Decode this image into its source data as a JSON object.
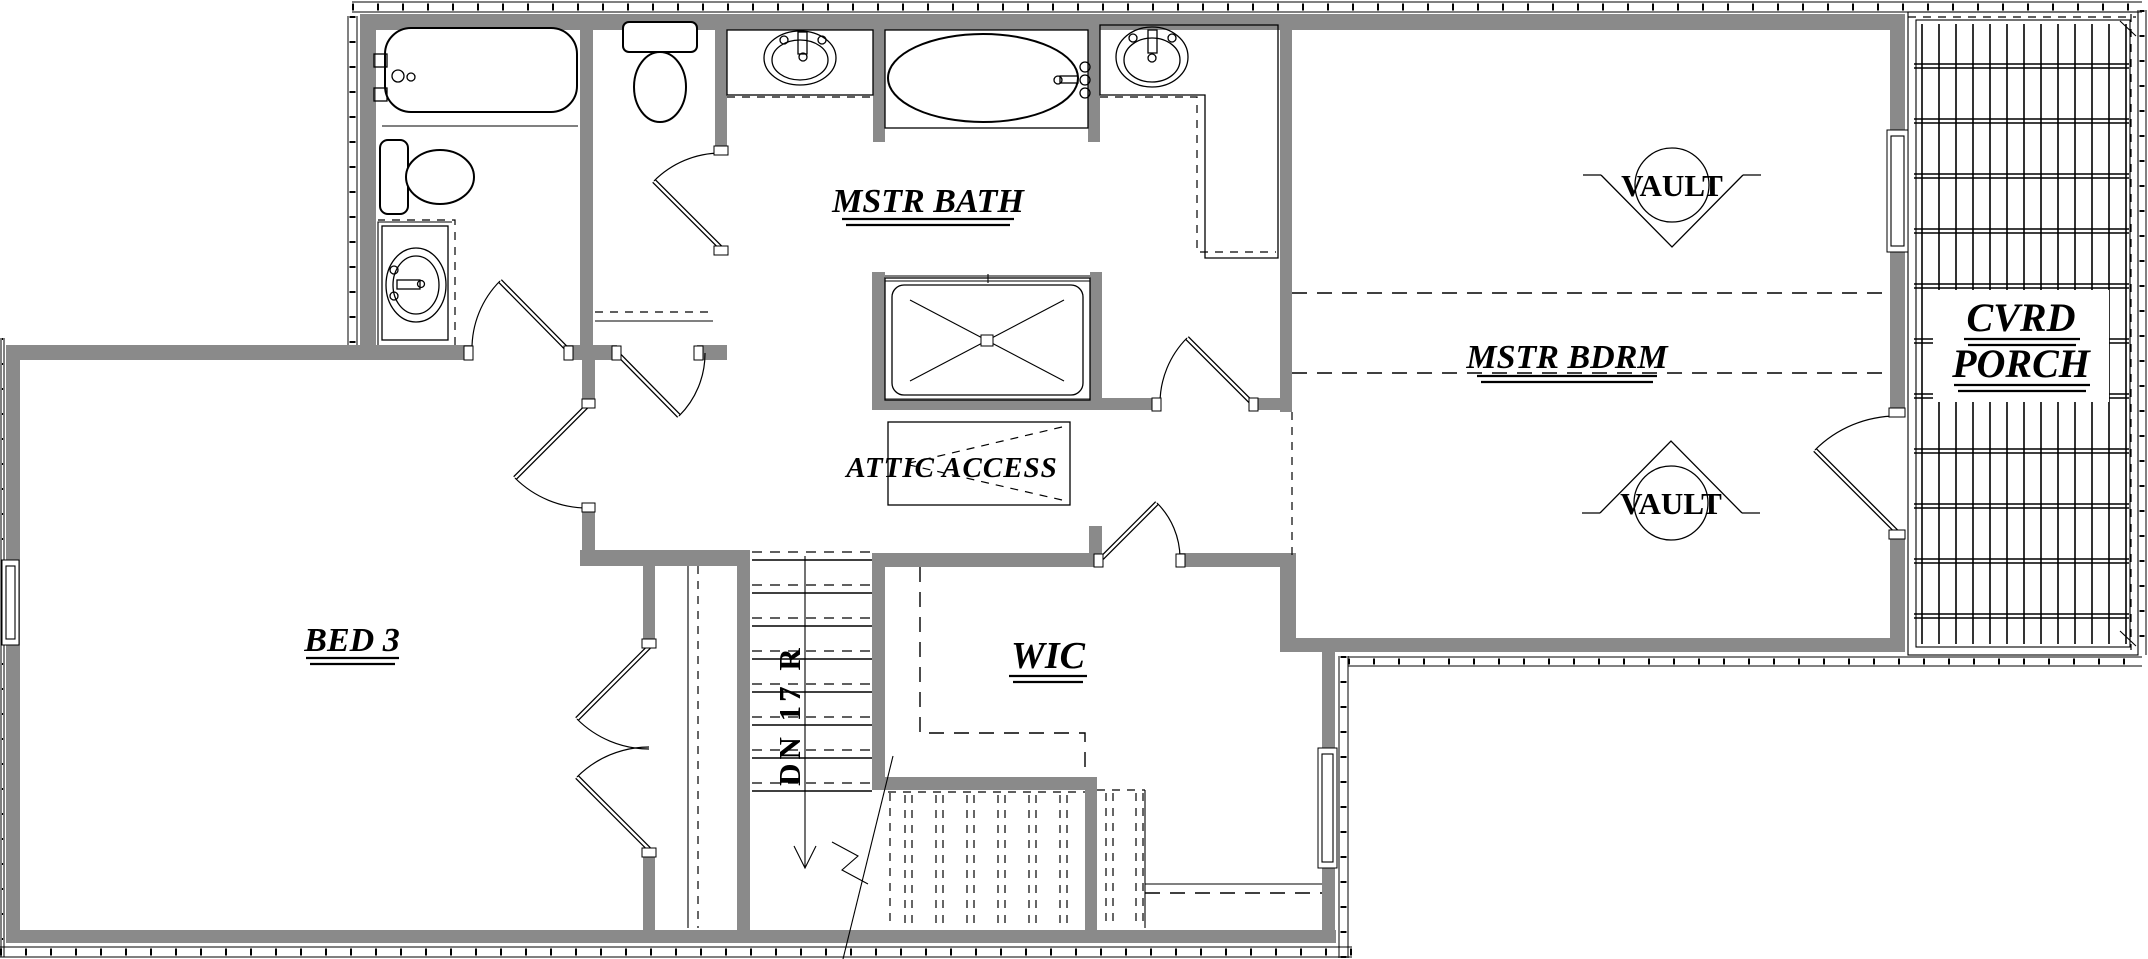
{
  "document": {
    "type": "floor-plan",
    "view": "upper-floor"
  },
  "colors": {
    "wall_fill": "#8a8a8a",
    "line": "#000000",
    "background": "#ffffff"
  },
  "labels": {
    "mstr_bath": "MSTR BATH",
    "mstr_bdrm": "MSTR BDRM",
    "bed3": "BED 3",
    "wic": "WIC",
    "cvrd_porch_line1": "CVRD",
    "cvrd_porch_line2": "PORCH",
    "vault_upper": "VAULT",
    "vault_lower": "VAULT",
    "attic_access": "ATTIC ACCESS",
    "stairs_down": "DN 17 R"
  },
  "fixtures": [
    "bathtub",
    "hall-toilet",
    "hall-vanity-sink",
    "water-closet-toilet",
    "mstr-vanity-sink-left",
    "garden-tub",
    "mstr-vanity-sink-right",
    "shower",
    "closet-rod",
    "stairs-down-17-risers"
  ]
}
